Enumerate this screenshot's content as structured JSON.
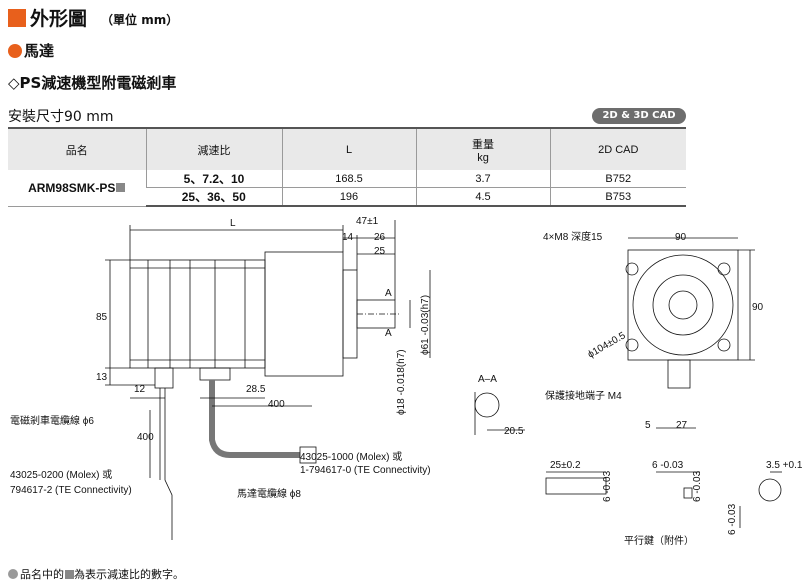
{
  "header": {
    "title": "外形圖",
    "unit": "（單位 mm）"
  },
  "section": {
    "motor": "馬達",
    "type": "◇PS減速機型附電磁剎車",
    "size": "安裝尺寸90 mm",
    "cad_badge": "2D & 3D CAD"
  },
  "table": {
    "headers": {
      "name": "品名",
      "ratio": "減速比",
      "L": "L",
      "weight": "重量",
      "weight_unit": "kg",
      "cad": "2D CAD"
    },
    "model": "ARM98SMK-PS",
    "rows": [
      {
        "ratio": "5、7.2、10",
        "L": "168.5",
        "weight": "3.7",
        "cad": "B752"
      },
      {
        "ratio": "25、36、50",
        "L": "196",
        "weight": "4.5",
        "cad": "B753"
      }
    ]
  },
  "drawing": {
    "dim_L": "L",
    "dim_47": "47±1",
    "dim_14": "14",
    "dim_26": "26",
    "dim_25": "25",
    "dim_85": "85",
    "dim_13": "13",
    "dim_12": "12",
    "dim_28_5": "28.5",
    "dim_400a": "400",
    "dim_400b": "400",
    "dim_phi61": "ϕ61 -0.03(h7)",
    "dim_phi18": "ϕ18 -0.018(h7)",
    "section_A": "A",
    "section_AA": "A–A",
    "dim_20_5": "20.5",
    "dim_90_top": "90",
    "dim_90_side": "90",
    "screw": "4×M8 深度15",
    "dim_phi104": "ϕ104±0.5",
    "ground": "保護接地端子 M4",
    "dim_5": "5",
    "dim_27": "27",
    "brake_cable": "電磁剎車電纜線 ϕ6",
    "conn1_a": "43025-0200 (Molex) 或",
    "conn1_b": "794617-2 (TE Connectivity)",
    "conn2_a": "43025-1000 (Molex) 或",
    "conn2_b": "1-794617-0 (TE Connectivity)",
    "motor_cable": "馬達電纜線 ϕ8",
    "key_25": "25±0.2",
    "key_6a": "6 -0.03",
    "key_6b": "6 -0.03",
    "key_6c": "6 -0.03",
    "key_6d": "6 -0.03",
    "key_3_5": "3.5 +0.1",
    "key_caption": "平行鍵（附件）"
  },
  "footnote": "品名中的",
  "footnote_tail": "為表示減速比的數字。"
}
